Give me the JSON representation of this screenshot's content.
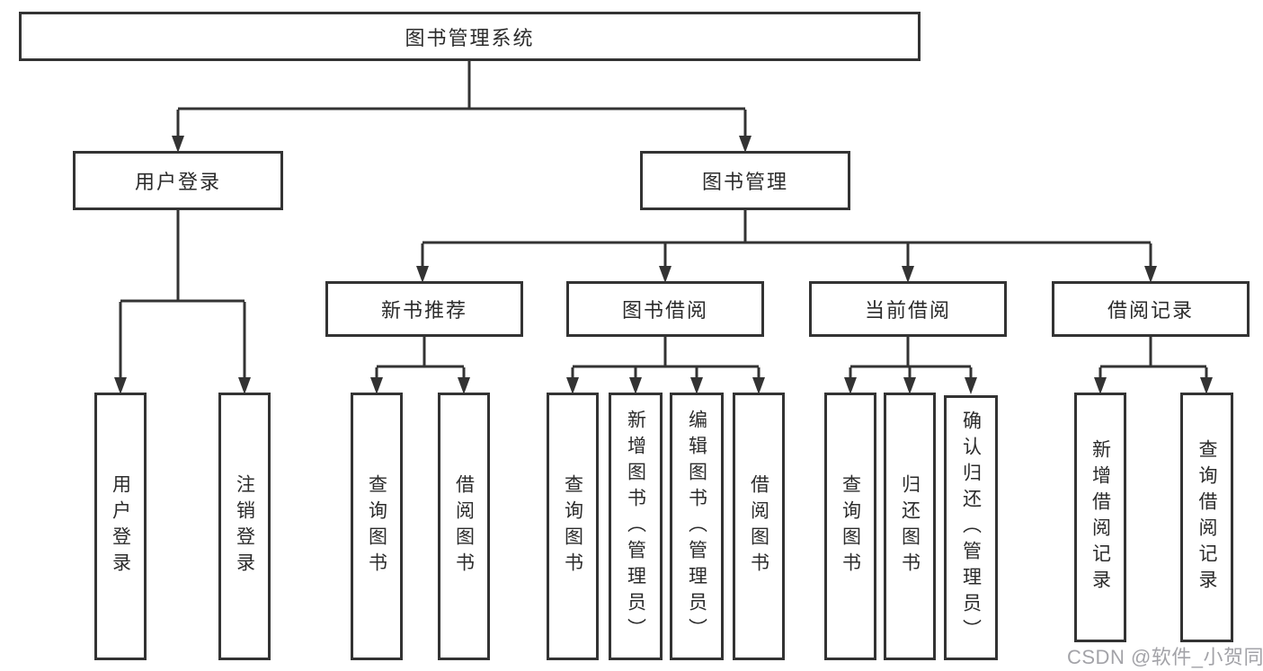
{
  "diagram": {
    "root": {
      "label": "图书管理系统"
    },
    "branches": [
      {
        "label": "用户登录",
        "children": [
          {
            "label": "用户登录"
          },
          {
            "label": "注销登录"
          }
        ]
      },
      {
        "label": "图书管理",
        "children": [
          {
            "label": "新书推荐",
            "children": [
              {
                "label": "查询图书"
              },
              {
                "label": "借阅图书"
              }
            ]
          },
          {
            "label": "图书借阅",
            "children": [
              {
                "label": "查询图书"
              },
              {
                "label": "新增图书（管理员）"
              },
              {
                "label": "编辑图书（管理员）"
              },
              {
                "label": "借阅图书"
              }
            ]
          },
          {
            "label": "当前借阅",
            "children": [
              {
                "label": "查询图书"
              },
              {
                "label": "归还图书"
              },
              {
                "label": "确认归还（管理员）"
              }
            ]
          },
          {
            "label": "借阅记录",
            "children": [
              {
                "label": "新增借阅记录"
              },
              {
                "label": "查询借阅记录"
              }
            ]
          }
        ]
      }
    ]
  },
  "watermark": {
    "text": "CSDN @软件_小贺同学"
  },
  "colors": {
    "line": "#333333",
    "text": "#2b2b2b",
    "box_background": "#ffffff",
    "watermark": "#9e9ea3",
    "background": "#ffffff"
  }
}
